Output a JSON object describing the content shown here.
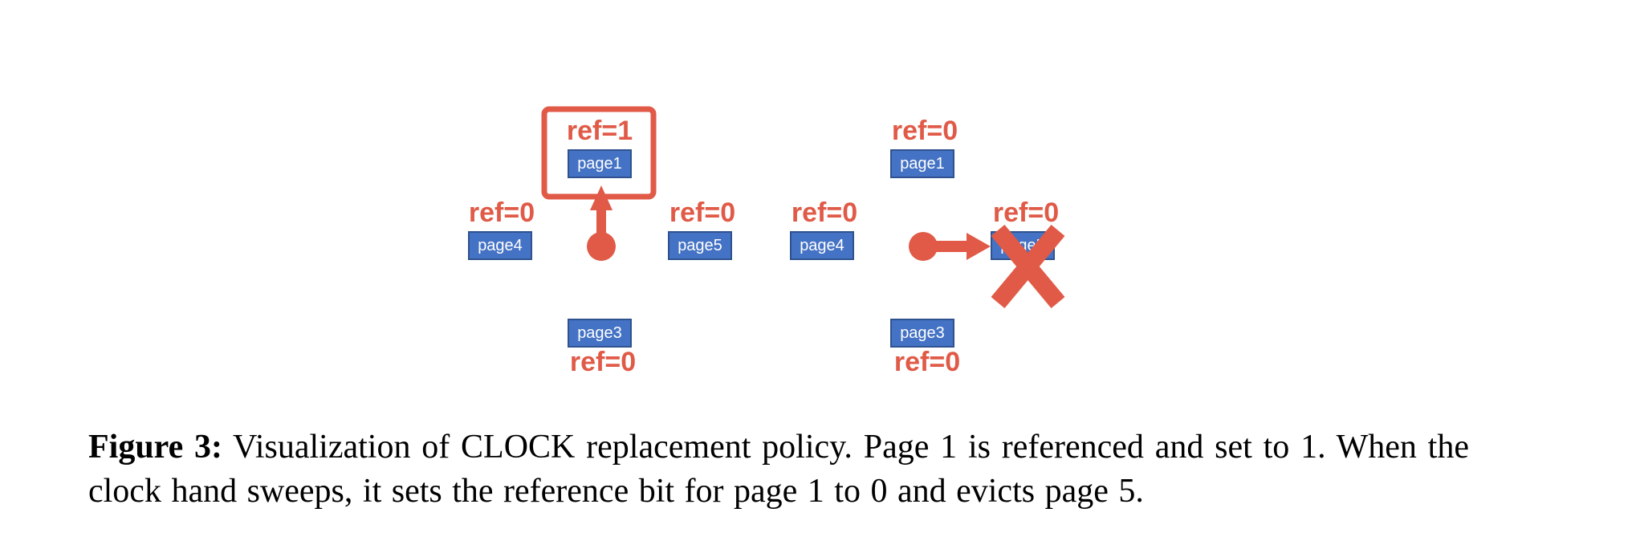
{
  "diagram": {
    "left_clock": {
      "top": {
        "page": "page1",
        "ref": "ref=1"
      },
      "left": {
        "page": "page4",
        "ref": "ref=0"
      },
      "right": {
        "page": "page5",
        "ref": "ref=0"
      },
      "bottom": {
        "page": "page3",
        "ref": "ref=0"
      }
    },
    "right_clock": {
      "top": {
        "page": "page1",
        "ref": "ref=0"
      },
      "left": {
        "page": "page4",
        "ref": "ref=0"
      },
      "right": {
        "page": "page5",
        "ref": "ref=0"
      },
      "bottom": {
        "page": "page3",
        "ref": "ref=0"
      }
    },
    "accent_color": "#e05a47",
    "page_color": "#4472c4"
  },
  "caption": {
    "label": "Figure 3:",
    "text": "Visualization of CLOCK replacement policy.  Page 1 is referenced and set to 1. When the clock hand sweeps, it sets the reference bit for page 1 to 0 and evicts page 5."
  }
}
